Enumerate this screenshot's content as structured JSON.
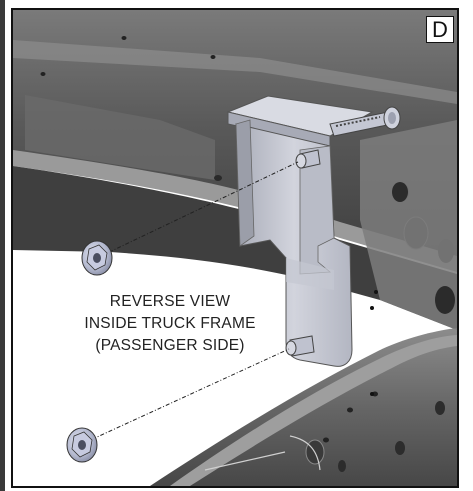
{
  "panel": {
    "label": "D",
    "caption": {
      "line1": "REVERSE VIEW",
      "line2": "INSIDE TRUCK FRAME",
      "line3": "(PASSENGER SIDE)"
    }
  },
  "colors": {
    "frame_dark": "#4a4a4a",
    "frame_mid": "#6e6e6e",
    "frame_light": "#8a8a8a",
    "bracket": "#c7c9d3",
    "bracket_shadow": "#9ea1ad",
    "nut": "#b7bcd3",
    "outline": "#111111"
  },
  "icons": [
    "flange-nut-icon",
    "bolt-icon",
    "bracket-icon"
  ]
}
